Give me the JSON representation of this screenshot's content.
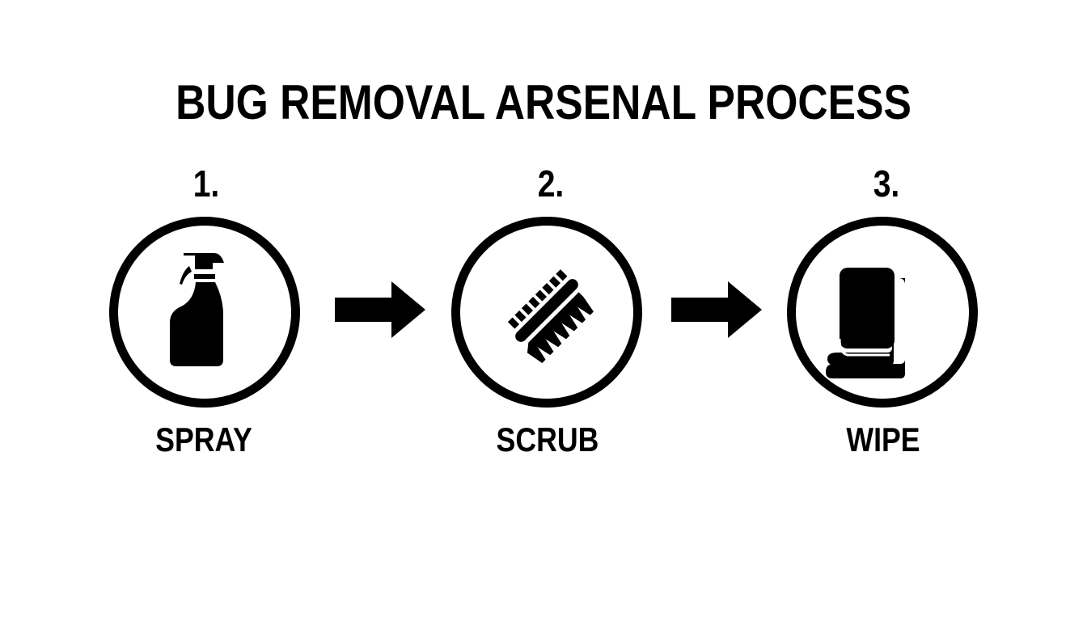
{
  "title": "BUG REMOVAL ARSENAL PROCESS",
  "steps": [
    {
      "number": "1.",
      "label": "SPRAY",
      "icon": "spray-bottle-icon"
    },
    {
      "number": "2.",
      "label": "SCRUB",
      "icon": "scrub-brush-icon"
    },
    {
      "number": "3.",
      "label": "WIPE",
      "icon": "cloth-towel-icon"
    }
  ],
  "connectors": [
    "arrow-right-icon",
    "arrow-right-icon"
  ],
  "colors": {
    "foreground": "#000000",
    "background": "#ffffff"
  }
}
